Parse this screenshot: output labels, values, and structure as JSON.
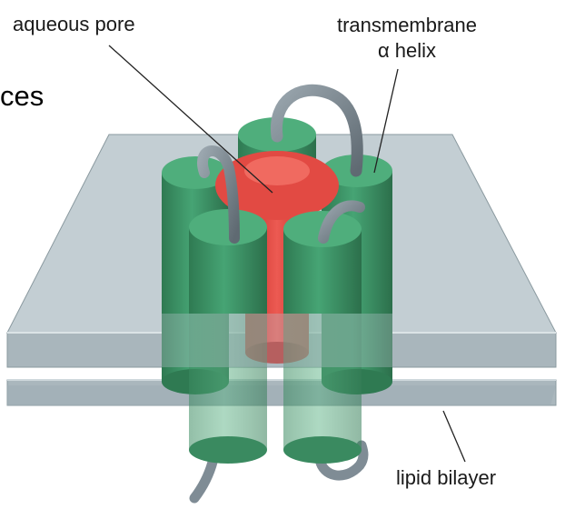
{
  "labels": {
    "aqueous_pore": "aqueous pore",
    "transmembrane_line1": "transmembrane",
    "transmembrane_line2": "α helix",
    "lipid_bilayer": "lipid bilayer",
    "partial_text": "ces"
  },
  "colors": {
    "membrane": "#b9c6cc",
    "membrane_edge": "#8a999f",
    "helix": "#3f9b6b",
    "helix_top": "#4fae7c",
    "helix_dark": "#2f7a52",
    "pore": "#e2453f",
    "loop": "#7f8c95"
  }
}
